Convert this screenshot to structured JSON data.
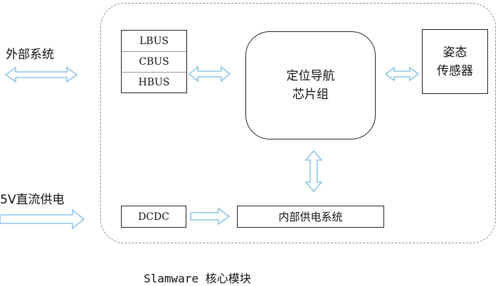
{
  "labels": {
    "external_system": "外部系统",
    "power_input": "5V直流供电",
    "module_caption": "Slamware 核心模块"
  },
  "bus": {
    "items": [
      "LBUS",
      "CBUS",
      "HBUS"
    ]
  },
  "chip": {
    "label": "定位导航\n芯片组"
  },
  "sensor": {
    "label": "姿态\n传感器"
  },
  "dcdc": {
    "label": "DCDC"
  },
  "power_system": {
    "label": "内部供电系统"
  },
  "colors": {
    "arrow_stroke": "#8ec6e6",
    "box_border": "#222222",
    "module_border": "#8a8a8a"
  }
}
